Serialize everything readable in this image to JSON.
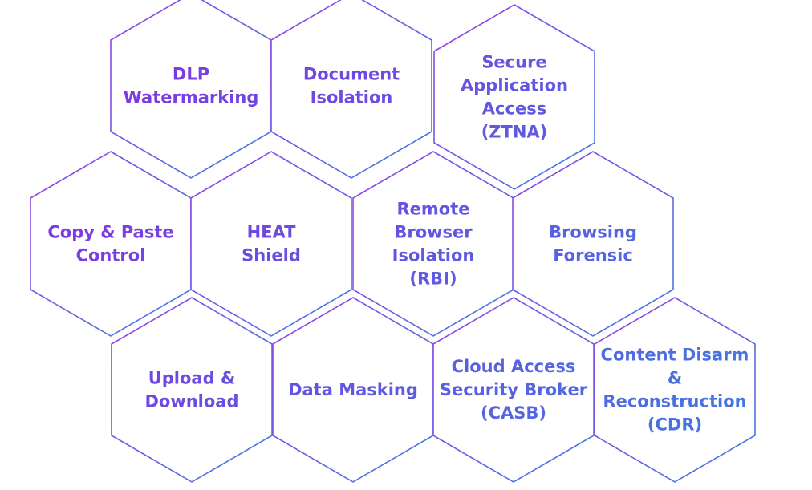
{
  "colors": {
    "purple": "#8a2be2",
    "blue": "#3d7fe0",
    "background": "#ffffff"
  },
  "hexagons": [
    {
      "id": "dlp-watermarking",
      "lines": [
        "DLP",
        "Watermarking"
      ]
    },
    {
      "id": "document-isolation",
      "lines": [
        "Document",
        "Isolation"
      ]
    },
    {
      "id": "secure-application-access",
      "lines": [
        "Secure",
        "Application",
        "Access",
        "(ZTNA)"
      ]
    },
    {
      "id": "copy-paste-control",
      "lines": [
        "Copy & Paste",
        "Control"
      ]
    },
    {
      "id": "heat-shield",
      "lines": [
        "HEAT",
        "Shield"
      ]
    },
    {
      "id": "remote-browser-isolation",
      "lines": [
        "Remote",
        "Browser",
        "Isolation",
        "(RBI)"
      ]
    },
    {
      "id": "browsing-forensic",
      "lines": [
        "Browsing",
        "Forensic"
      ]
    },
    {
      "id": "upload-download",
      "lines": [
        "Upload &",
        "Download"
      ]
    },
    {
      "id": "data-masking",
      "lines": [
        "Data Masking"
      ]
    },
    {
      "id": "casb",
      "lines": [
        "Cloud Access",
        "Security Broker",
        "(CASB)"
      ]
    },
    {
      "id": "cdr",
      "lines": [
        "Content Disarm",
        "&",
        "Reconstruction",
        "(CDR)"
      ]
    }
  ]
}
